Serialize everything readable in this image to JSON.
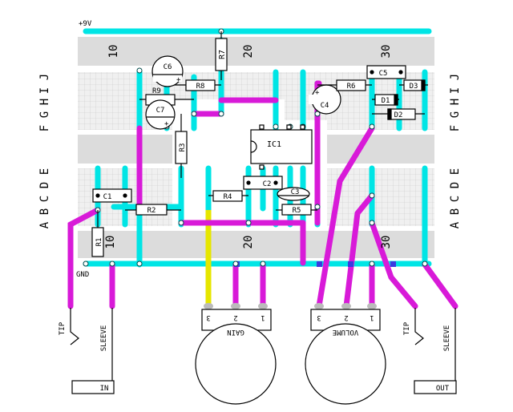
{
  "rail_labels": {
    "top": "+9V",
    "bottom": "GND"
  },
  "column_numbers": [
    "10",
    "20",
    "30"
  ],
  "row_letters_upper": [
    "F",
    "G",
    "H",
    "I",
    "J"
  ],
  "row_letters_lower": [
    "A",
    "B",
    "C",
    "D",
    "E"
  ],
  "components": {
    "r1": "R1",
    "r2": "R2",
    "r3": "R3",
    "r4": "R4",
    "r5": "R5",
    "r6": "R6",
    "r7": "R7",
    "r8": "R8",
    "r9": "R9",
    "c1": "C1",
    "c2": "C2",
    "c3": "C3",
    "c4": "C4",
    "c5": "C5",
    "c6": "C6",
    "c7": "C7",
    "d1": "D1",
    "d2": "D2",
    "d3": "D3",
    "ic1": "IC1"
  },
  "pot_gain": {
    "label": "GAIN",
    "pins": [
      "3",
      "2",
      "1"
    ]
  },
  "pot_volume": {
    "label": "VOLUME",
    "pins": [
      "3",
      "2",
      "1"
    ]
  },
  "jack_in": {
    "tip": "TIP",
    "sleeve": "SLEEVE",
    "label": "IN"
  },
  "jack_out": {
    "tip": "TIP",
    "sleeve": "SLEEVE",
    "label": "OUT"
  },
  "colors": {
    "rail": "#00e5e5",
    "wire": "#d81ad8",
    "signal": "#e6e600",
    "board": "#e4e4e4",
    "strip": "#d4d4d4",
    "outline": "#000000"
  }
}
